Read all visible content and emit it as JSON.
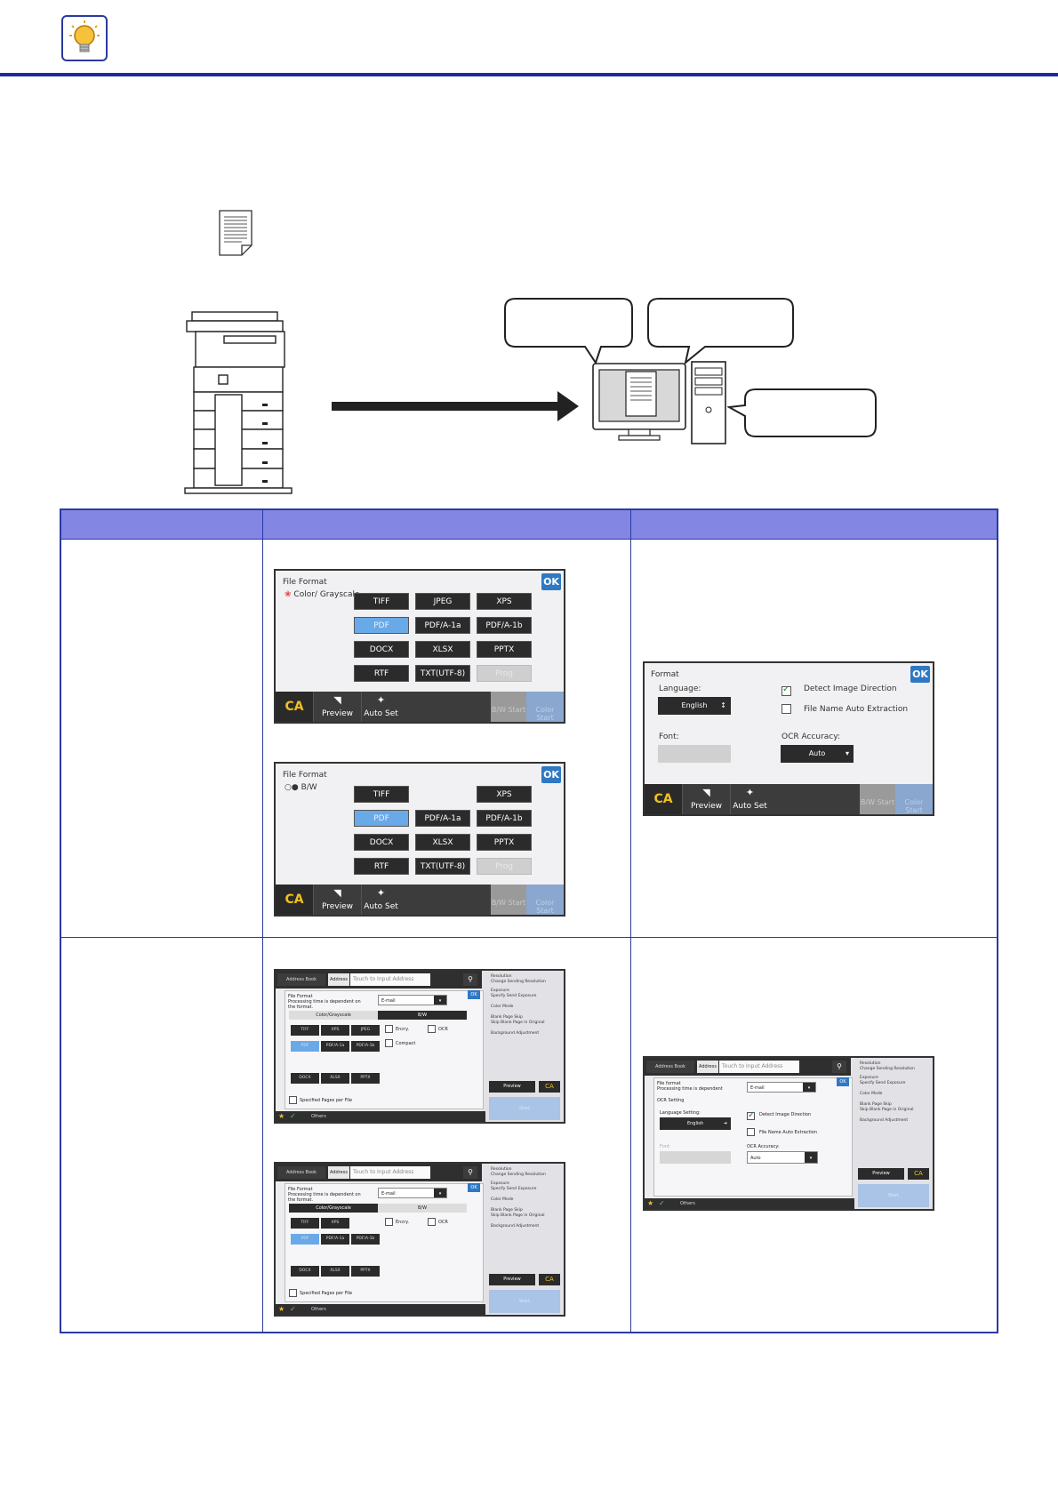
{
  "header": {
    "icon": "lightbulb-icon"
  },
  "diagram": {
    "source_icon": "document-icon",
    "device_icon": "multifunction-printer-icon",
    "target_icon": "computer-icon",
    "bubbles": [
      "",
      "",
      ""
    ]
  },
  "table": {
    "headers": [
      "",
      "",
      ""
    ]
  },
  "file_format_color": {
    "title": "File Format",
    "mode": "Color/ Grayscale",
    "ok": "OK",
    "formats": [
      "TIFF",
      "JPEG",
      "XPS",
      "PDF",
      "PDF/A-1a",
      "PDF/A-1b",
      "DOCX",
      "XLSX",
      "PPTX",
      "RTF",
      "TXT(UTF-8)",
      "Prog"
    ],
    "selected": "PDF",
    "ca": "CA",
    "preview": "Preview",
    "auto_set": "Auto Set",
    "bw_start": "B/W Start",
    "color_start": "Color Start"
  },
  "file_format_bw": {
    "title": "File Format",
    "mode": "B/W",
    "ok": "OK",
    "formats": [
      "TIFF",
      "XPS",
      "PDF",
      "PDF/A-1a",
      "PDF/A-1b",
      "DOCX",
      "XLSX",
      "PPTX",
      "RTF",
      "TXT(UTF-8)",
      "Prog"
    ],
    "selected": "PDF",
    "ca": "CA",
    "preview": "Preview",
    "auto_set": "Auto Set",
    "bw_start": "B/W Start",
    "color_start": "Color Start"
  },
  "ocr_format": {
    "title": "Format",
    "ok": "OK",
    "language_label": "Language:",
    "language_value": "English",
    "font_label": "Font:",
    "detect_direction": "Detect Image Direction",
    "file_name_extraction": "File Name Auto Extraction",
    "ocr_accuracy_label": "OCR Accuracy:",
    "ocr_accuracy_value": "Auto",
    "ca": "CA",
    "preview": "Preview",
    "auto_set": "Auto Set",
    "bw_start": "B/W Start",
    "color_start": "Color Start"
  },
  "email_panel": {
    "address_book": "Address Book",
    "address": "Address",
    "address_placeholder": "Touch to Input Address",
    "file_format": "File Format",
    "processing_note": "Processing time is dependent on the format.",
    "destination": "E-mail",
    "tab_color": "Color/Grayscale",
    "tab_bw": "B/W",
    "mini_formats": [
      "TIFF",
      "XPS",
      "JPEG",
      "PDF",
      "PDF/A-1a",
      "PDF/A-1b",
      "DOCX",
      "XLSX",
      "PPTX"
    ],
    "encry": "Encry.",
    "compact": "Compact",
    "ocr": "OCR",
    "specified_pages": "Specified Pages per File",
    "others": "Others",
    "side_items": [
      "Resolution",
      "Change Sending Resolution",
      "Exposure",
      "Specify Send Exposure",
      "Color Mode",
      "Blank Page Skip",
      "Skip Blank Page in Original",
      "Background Adjustment"
    ],
    "preview": "Preview",
    "ca": "CA",
    "start": "Start"
  },
  "email_ocr_panel": {
    "file_format": "File format",
    "processing_note": "Processing time is dependent",
    "destination": "E-mail",
    "ocr_setting": "OCR Setting",
    "language_setting": "Language Setting:",
    "language_value": "English",
    "detect_direction": "Detect Image Direction",
    "file_name_extraction": "File Name Auto Extraction",
    "ocr_accuracy_label": "OCR Accuracy:",
    "ocr_accuracy_value": "Auto",
    "font_label": "Font:"
  }
}
